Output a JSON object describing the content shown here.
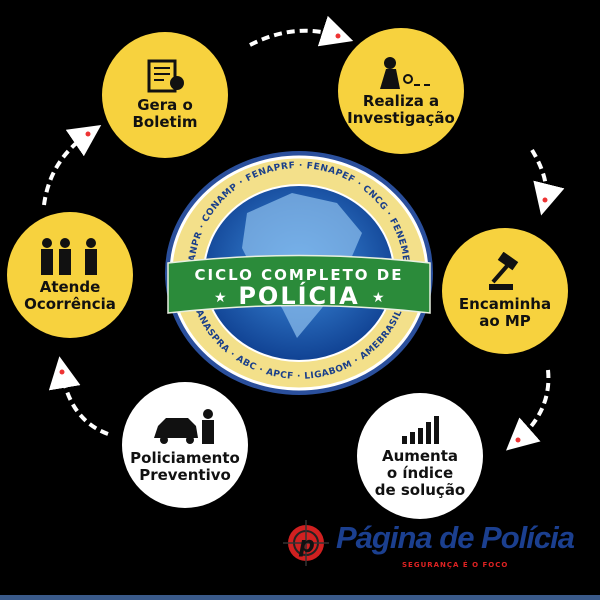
{
  "nodes": [
    {
      "id": "gera",
      "line1": "Gera o",
      "line2": "Boletim",
      "icon": "document-icon",
      "color": "#f7d23e"
    },
    {
      "id": "realiza",
      "line1": "Realiza a",
      "line2": "Investigação",
      "icon": "detective-icon",
      "color": "#f7d23e"
    },
    {
      "id": "encaminha",
      "line1": "Encaminha",
      "line2": "ao MP",
      "icon": "gavel-icon",
      "color": "#f7d23e"
    },
    {
      "id": "aumenta",
      "line1": "Aumenta",
      "line2": "o índice",
      "line3": "de solução",
      "icon": "bar-chart-icon",
      "color": "#ffffff"
    },
    {
      "id": "policiamento",
      "line1": "Policiamento",
      "line2": "Preventivo",
      "icon": "police-car-icon",
      "color": "#ffffff"
    },
    {
      "id": "atende",
      "line1": "Atende",
      "line2": "Ocorrência",
      "icon": "police-officers-icon",
      "color": "#f7d23e"
    }
  ],
  "seal": {
    "top_text": "ANPR · CONAMP · FENAPRF · FENAPEF · CNCG · FENEME",
    "bottom_text": "ANASPRA · ABC · APCF · LIGABOM · AMEBRASIL",
    "ribbon_line1": "CICLO COMPLETO DE",
    "ribbon_line2": "POLÍCIA"
  },
  "logo": {
    "name": "Página de Polícia",
    "slogan": "SEGURANÇA É O FOCO"
  }
}
